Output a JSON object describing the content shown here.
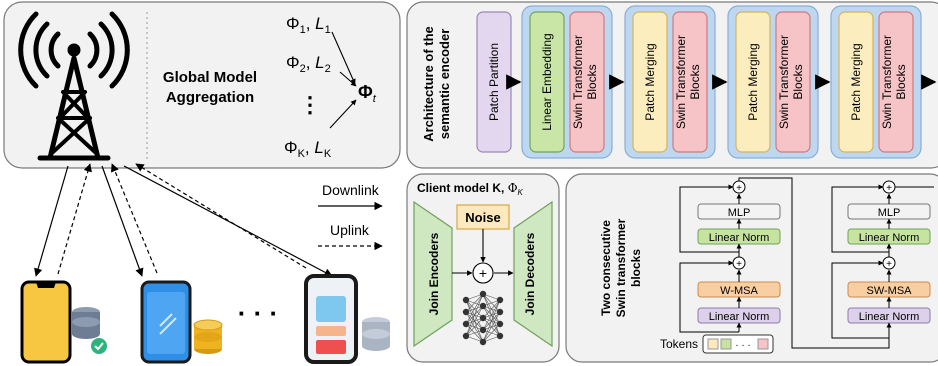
{
  "server_panel": {
    "title_line1": "Global Model",
    "title_line2": "Aggregation",
    "clients": [
      {
        "phi": "Φ",
        "phi_sub": "1",
        "l": "L",
        "l_sub": "1"
      },
      {
        "phi": "Φ",
        "phi_sub": "2",
        "l": "L",
        "l_sub": "2"
      },
      {
        "phi": "Φ",
        "phi_sub": "K",
        "l": "L",
        "l_sub": "K"
      }
    ],
    "aggregate": {
      "phi": "Φ",
      "sub": "t"
    },
    "vdots": "⋮"
  },
  "legend": {
    "downlink": "Downlink",
    "uplink": "Uplink"
  },
  "encoder_panel": {
    "title_line1": "Architecture of the",
    "title_line2": "semantic encoder",
    "blocks": [
      {
        "label": "Patch Partition",
        "kind": "partition"
      },
      {
        "label": "Linear Embedding",
        "kind": "embed"
      },
      {
        "label": "Swin Transformer Blocks",
        "line1": "Swin Transformer",
        "line2": "Blocks",
        "kind": "swin"
      },
      {
        "label": "Patch Merging",
        "kind": "merge"
      },
      {
        "label": "Swin Transformer Blocks",
        "line1": "Swin Transformer",
        "line2": "Blocks",
        "kind": "swin"
      },
      {
        "label": "Patch Merging",
        "kind": "merge"
      },
      {
        "label": "Swin Transformer Blocks",
        "line1": "Swin Transformer",
        "line2": "Blocks",
        "kind": "swin"
      },
      {
        "label": "Patch Merging",
        "kind": "merge"
      },
      {
        "label": "Swin Transformer Blocks",
        "line1": "Swin Transformer",
        "line2": "Blocks",
        "kind": "swin"
      }
    ]
  },
  "client_panel": {
    "title": "Client model K, ",
    "phi": "Φ",
    "phi_sub": "K",
    "encoder": "Join Encoders",
    "decoder": "Join Decoders",
    "noise": "Noise",
    "plus": "+"
  },
  "swin_panel": {
    "title_line1": "Two consecutive",
    "title_line2": "Swin transformer",
    "title_line3": "blocks",
    "block1": {
      "mlp": "MLP",
      "norm_top": "Linear Norm",
      "msa": "W-MSA",
      "norm_bottom": "Linear Norm"
    },
    "block2": {
      "mlp": "MLP",
      "norm_top": "Linear Norm",
      "msa": "SW-MSA",
      "norm_bottom": "Linear Norm"
    },
    "tokens_label": "Tokens",
    "token_dots": "· · ·",
    "plus": "+"
  },
  "devices": {
    "ellipsis": "· · ·"
  },
  "colors": {
    "panel_fill": "#f2f2f2",
    "panel_stroke": "#7a7a7a",
    "partition": "#e3d6ef",
    "embed": "#c9e6a6",
    "swin": "#f6c3c6",
    "merge": "#fbedbd",
    "stage": "#b9d5f0",
    "mlp": "#f3f3f3",
    "norm_green": "#c6e3a0",
    "msa": "#f8cfa3",
    "norm_purple": "#dcd0ea",
    "noise": "#fde9bd",
    "trapezoid": "#cfe8c2",
    "phone_yellow": "#f7c742",
    "phone_blue": "#2f8ee6",
    "database": "#8d9bb0",
    "coins": "#f0b320"
  }
}
